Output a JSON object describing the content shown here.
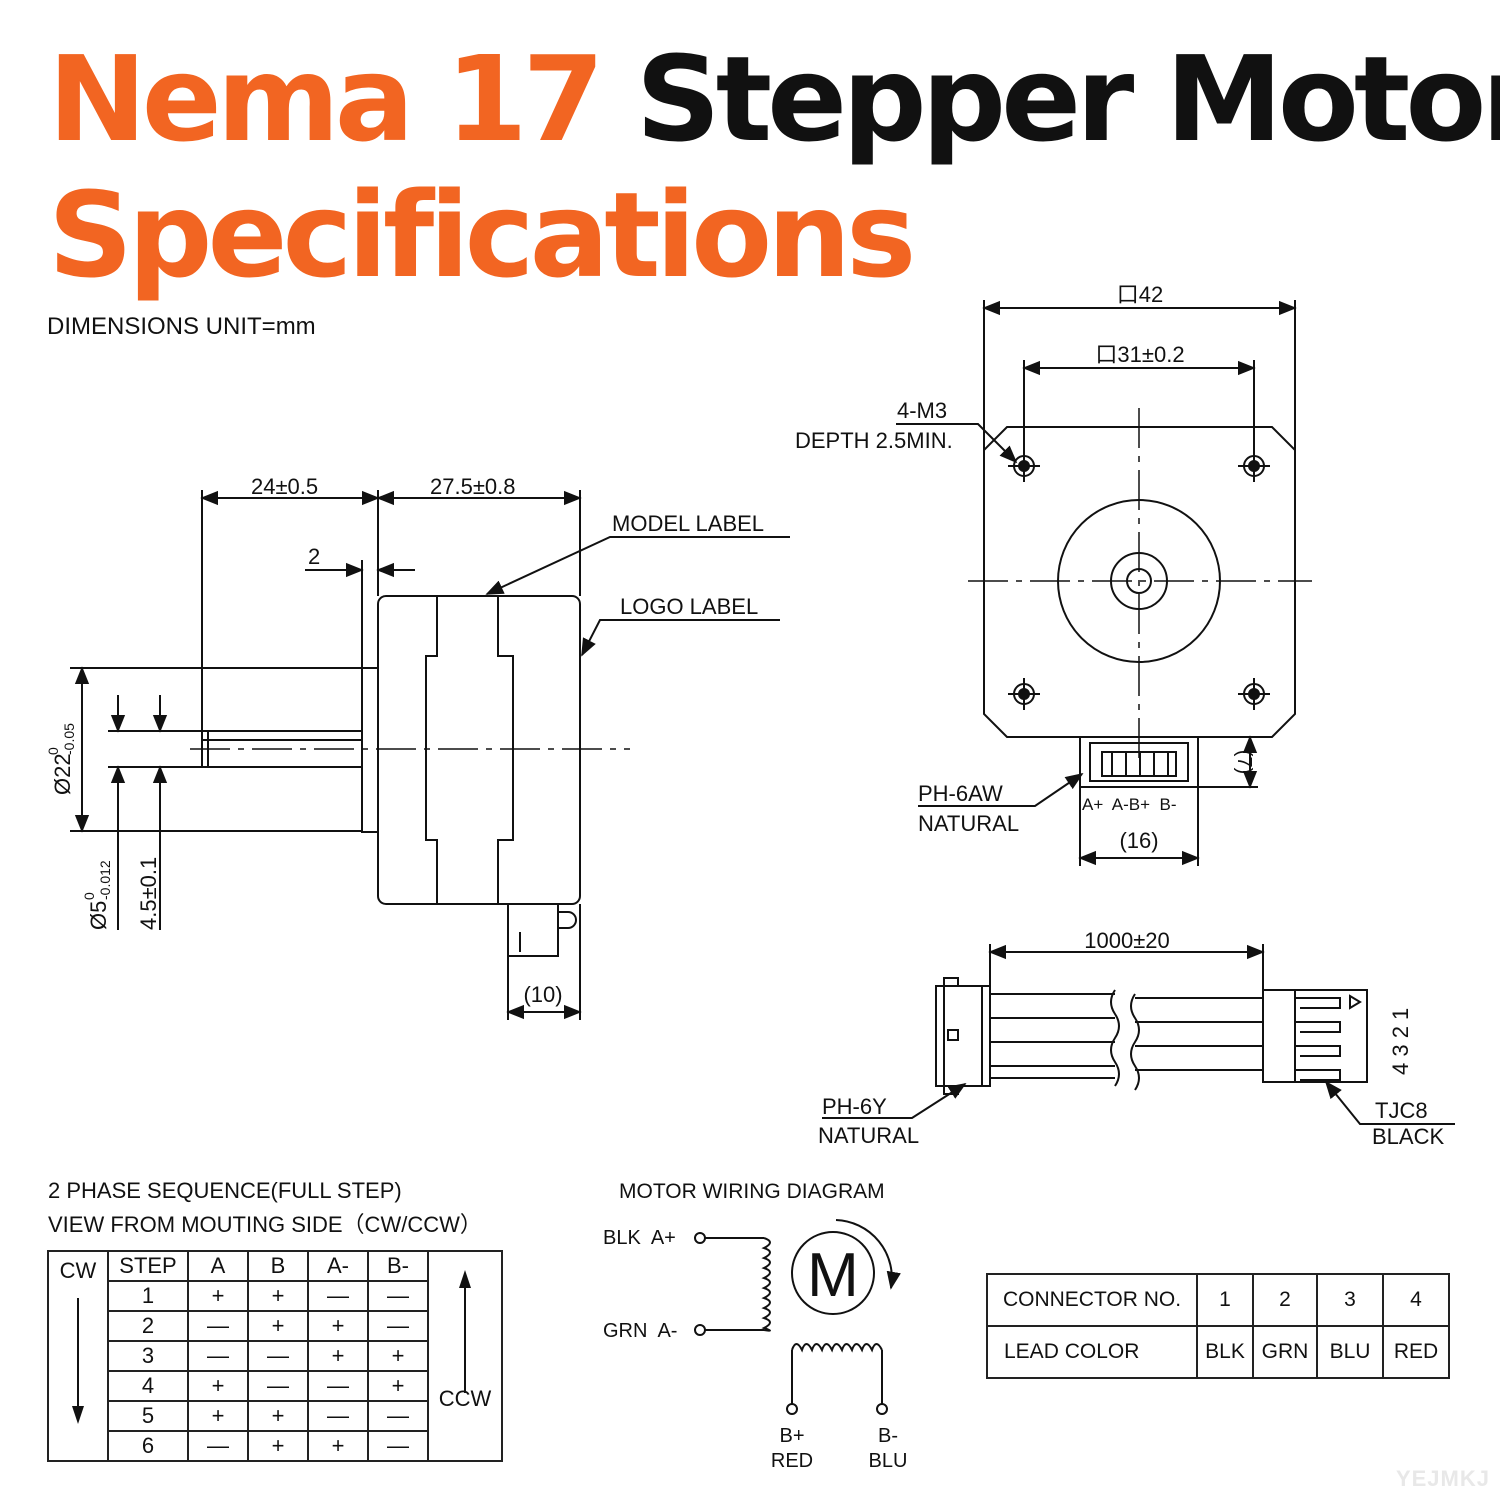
{
  "title": {
    "part1": "Nema 17",
    "part2": "Stepper Motor",
    "line2": "Specifications"
  },
  "colors": {
    "accent": "#f26522",
    "ink": "#111111"
  },
  "units_note": "DIMENSIONS UNIT=mm",
  "side_view": {
    "dim_24": "24±0.5",
    "dim_27": "27.5±0.8",
    "dim_2": "2",
    "model_label": "MODEL LABEL",
    "logo_label": "LOGO LABEL",
    "dia22_main": "Ø22",
    "dia22_sup": "0",
    "dia22_sub": "-0.05",
    "dia5_main": "Ø5",
    "dia5_sup": "0",
    "dia5_sub": "-0.012",
    "dim_45": "4.5±0.1",
    "dim_10": "(10)"
  },
  "front_view": {
    "dim_42": "口42",
    "dim_31": "口31±0.2",
    "screw_1": "4-M3",
    "screw_2": "DEPTH 2.5MIN.",
    "dim_7": "(7)",
    "conn_1": "PH-6AW",
    "conn_2": "NATURAL",
    "pins": "A+  A-B+  B-",
    "dim_16": "(16)"
  },
  "cable": {
    "length": "1000±20",
    "left_1": "PH-6Y",
    "left_2": "NATURAL",
    "right_1": "TJC8",
    "right_2": "BLACK",
    "pin_numbers": "4 3 2 1"
  },
  "sequence": {
    "heading1": "2 PHASE SEQUENCE(FULL STEP)",
    "heading2": "VIEW FROM MOUTING SIDE（CW/CCW）",
    "cw": "CW",
    "ccw": "CCW",
    "headers": [
      "STEP",
      "A",
      "B",
      "A-",
      "B-"
    ],
    "rows": [
      [
        "1",
        "+",
        "+",
        "—",
        "—"
      ],
      [
        "2",
        "—",
        "+",
        "+",
        "—"
      ],
      [
        "3",
        "—",
        "—",
        "+",
        "+"
      ],
      [
        "4",
        "+",
        "—",
        "—",
        "+"
      ],
      [
        "5",
        "+",
        "+",
        "—",
        "—"
      ],
      [
        "6",
        "—",
        "+",
        "+",
        "—"
      ]
    ]
  },
  "wiring": {
    "title": "MOTOR WIRING  DIAGRAM",
    "a_plus": "BLK  A+",
    "a_minus": "GRN  A-",
    "motor": "M",
    "b_plus_1": "B+",
    "b_plus_2": "RED",
    "b_minus_1": "B-",
    "b_minus_2": "BLU"
  },
  "connector_table": {
    "row1_label": "CONNECTOR NO.",
    "row2_label": "LEAD COLOR",
    "numbers": [
      "1",
      "2",
      "3",
      "4"
    ],
    "colors": [
      "BLK",
      "GRN",
      "BLU",
      "RED"
    ]
  },
  "watermark": "YEJMKJ"
}
